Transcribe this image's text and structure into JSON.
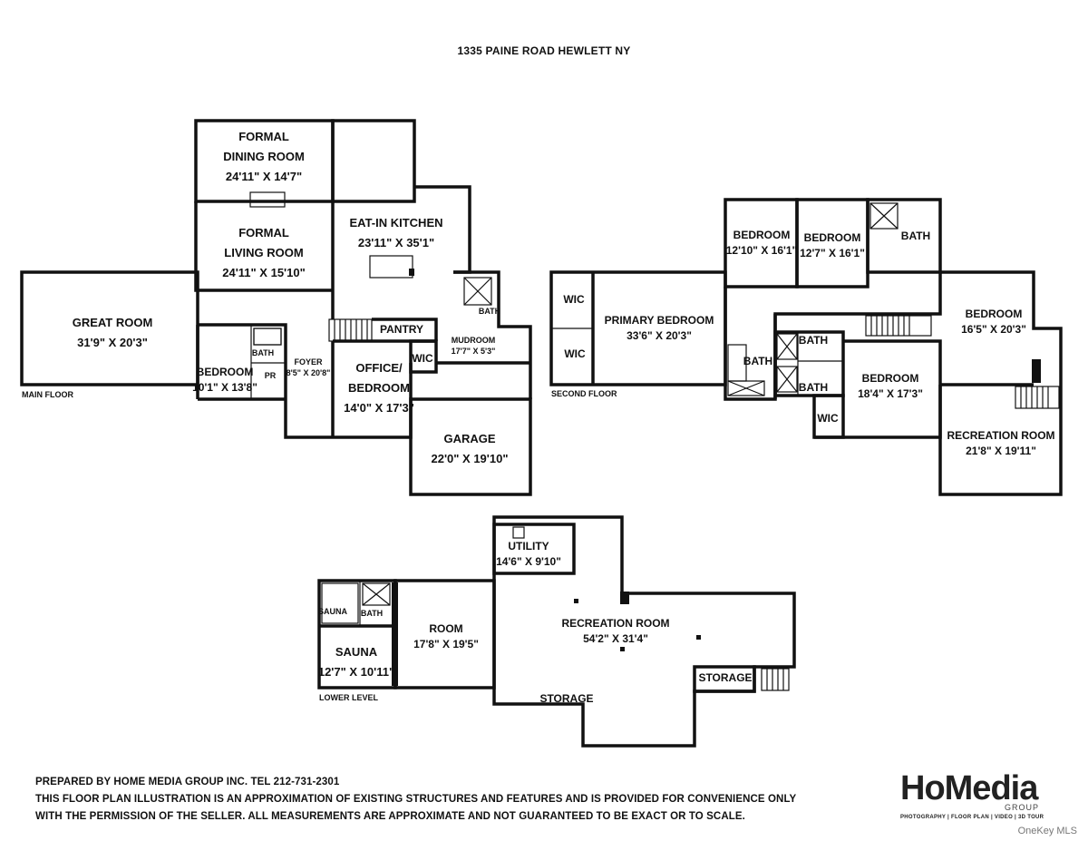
{
  "title": "1335 PAINE ROAD HEWLETT NY",
  "floors": {
    "main": {
      "label": "MAIN FLOOR",
      "rooms": [
        {
          "id": "formal-dining",
          "name": "FORMAL\nDINING ROOM",
          "dims": "24'11\" X 14'7\""
        },
        {
          "id": "formal-living",
          "name": "FORMAL\nLIVING ROOM",
          "dims": "24'11\" X 15'10\""
        },
        {
          "id": "eat-in-kitchen",
          "name": "EAT-IN KITCHEN",
          "dims": "23'11\" X 35'1\""
        },
        {
          "id": "great-room",
          "name": "GREAT ROOM",
          "dims": "31'9\" X 20'3\""
        },
        {
          "id": "bedroom-main",
          "name": "BEDROOM",
          "dims": "10'1\" X 13'8\""
        },
        {
          "id": "bath-main",
          "name": "BATH",
          "dims": ""
        },
        {
          "id": "pr",
          "name": "PR",
          "dims": ""
        },
        {
          "id": "foyer",
          "name": "FOYER",
          "dims": "8'5\" X 20'8\""
        },
        {
          "id": "pantry",
          "name": "PANTRY",
          "dims": ""
        },
        {
          "id": "office",
          "name": "OFFICE/\nBEDROOM",
          "dims": "14'0\" X 17'3\""
        },
        {
          "id": "wic-main",
          "name": "WIC",
          "dims": ""
        },
        {
          "id": "mudroom",
          "name": "MUDROOM",
          "dims": "17'7\" X 5'3\""
        },
        {
          "id": "bath-mud",
          "name": "BATH",
          "dims": ""
        },
        {
          "id": "garage",
          "name": "GARAGE",
          "dims": "22'0\" X 19'10\""
        }
      ]
    },
    "second": {
      "label": "SECOND FLOOR",
      "rooms": [
        {
          "id": "bed-2a",
          "name": "BEDROOM",
          "dims": "12'10\" X 16'1\""
        },
        {
          "id": "bed-2b",
          "name": "BEDROOM",
          "dims": "12'7\" X 16'1\""
        },
        {
          "id": "bath-2a",
          "name": "BATH",
          "dims": ""
        },
        {
          "id": "wic-2a",
          "name": "WIC",
          "dims": ""
        },
        {
          "id": "wic-2b",
          "name": "WIC",
          "dims": ""
        },
        {
          "id": "primary",
          "name": "PRIMARY BEDROOM",
          "dims": "33'6\" X 20'3\""
        },
        {
          "id": "bath-2b",
          "name": "BATH",
          "dims": ""
        },
        {
          "id": "bath-2c",
          "name": "BATH",
          "dims": ""
        },
        {
          "id": "bath-2d",
          "name": "BATH",
          "dims": ""
        },
        {
          "id": "bed-2c",
          "name": "BEDROOM",
          "dims": "16'5\" X 20'3\""
        },
        {
          "id": "bed-2d",
          "name": "BEDROOM",
          "dims": "18'4\" X 17'3\""
        },
        {
          "id": "wic-2c",
          "name": "WIC",
          "dims": ""
        },
        {
          "id": "rec-2",
          "name": "RECREATION ROOM",
          "dims": "21'8\" X 19'11\""
        }
      ]
    },
    "lower": {
      "label": "LOWER LEVEL",
      "rooms": [
        {
          "id": "utility",
          "name": "UTILITY",
          "dims": "14'6\" X 9'10\""
        },
        {
          "id": "sauna-sm",
          "name": "SAUNA",
          "dims": ""
        },
        {
          "id": "bath-lower",
          "name": "BATH",
          "dims": ""
        },
        {
          "id": "sauna",
          "name": "SAUNA",
          "dims": "12'7\" X 10'11\""
        },
        {
          "id": "room",
          "name": "ROOM",
          "dims": "17'8\" X 19'5\""
        },
        {
          "id": "rec-lower",
          "name": "RECREATION ROOM",
          "dims": "54'2\" X 31'4\""
        },
        {
          "id": "storage-1",
          "name": "STORAGE",
          "dims": ""
        },
        {
          "id": "storage-2",
          "name": "STORAGE",
          "dims": ""
        }
      ]
    }
  },
  "footer": {
    "line1": "PREPARED BY  HOME MEDIA GROUP INC.  TEL 212-731-2301",
    "line2": "THIS FLOOR PLAN ILLUSTRATION IS AN APPROXIMATION OF EXISTING STRUCTURES AND FEATURES AND IS PROVIDED FOR CONVENIENCE ONLY",
    "line3": "WITH THE PERMISSION OF THE SELLER. ALL MEASUREMENTS ARE APPROXIMATE AND NOT GUARANTEED TO BE EXACT OR TO SCALE."
  },
  "logo": {
    "text": "HoMedia",
    "group": "GROUP",
    "tagline": "PHOTOGRAPHY | FLOOR PLAN | VIDEO | 3D TOUR"
  },
  "watermark": "OneKey MLS"
}
